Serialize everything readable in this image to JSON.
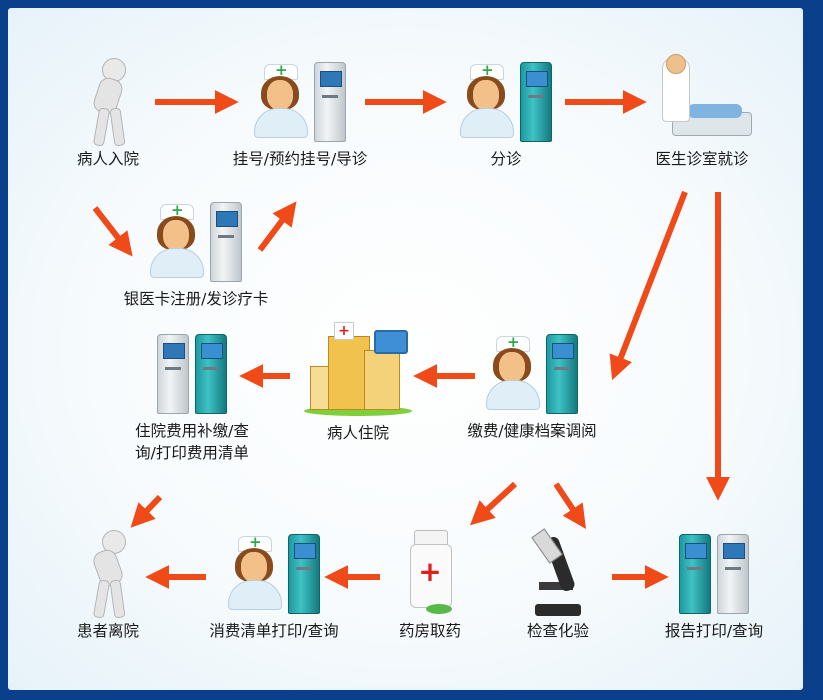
{
  "nodes": {
    "admission": "病人入院",
    "registration": "挂号/预约挂号/导诊",
    "triage": "分诊",
    "consultation": "医生诊室就诊",
    "card_registration": "银医卡注册/发诊疗卡",
    "inpatient_fee_query": "住院费用补缴/查\n询/打印费用清单",
    "hospitalization": "病人住院",
    "payment_records": "缴费/健康档案调阅",
    "discharge": "患者离院",
    "expense_print": "消费清单打印/查询",
    "pharmacy": "药房取药",
    "lab_test": "检查化验",
    "report_print": "报告打印/查询"
  },
  "colors": {
    "arrow": "#f04a18",
    "frame": "#0a3f8c"
  }
}
